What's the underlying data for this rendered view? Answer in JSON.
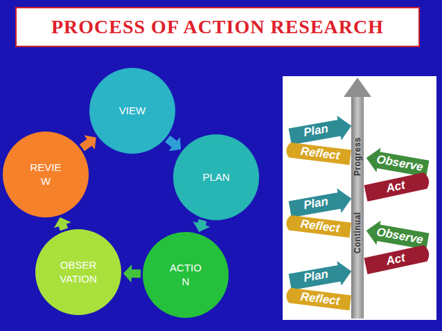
{
  "diagram": {
    "title": "PROCESS OF ACTION RESEARCH",
    "nodes": [
      {
        "text": [
          "VIEW"
        ]
      },
      {
        "text": [
          "PLAN"
        ]
      },
      {
        "text": [
          "ACTIO N"
        ]
      },
      {
        "text": [
          "OBSER VATION"
        ]
      },
      {
        "text": [
          "REVIE W"
        ]
      }
    ],
    "edges": [
      {
        "from": 0,
        "to": 1,
        "arrow": "to"
      },
      {
        "from": 1,
        "to": 2,
        "arrow": "to"
      },
      {
        "from": 2,
        "to": 3,
        "arrow": "to"
      },
      {
        "from": 3,
        "to": 4,
        "arrow": "to"
      },
      {
        "from": 4,
        "to": 0,
        "arrow": "to"
      }
    ],
    "labels": [
      "Plan",
      "Reflect",
      "Progress",
      "Observe",
      "Act",
      "Plan",
      "Reflect",
      "Observe",
      "Continual",
      "Act",
      "Plan",
      "Reflect"
    ]
  }
}
